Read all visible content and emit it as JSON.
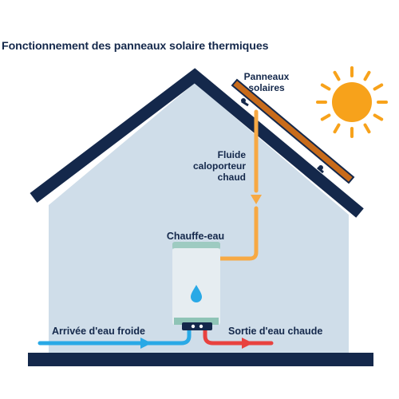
{
  "title": "Fonctionnement des panneaux solaire thermiques",
  "labels": {
    "panels_line1": "Panneaux",
    "panels_line2": "solaires",
    "fluid_line1": "Fluide",
    "fluid_line2": "caloporteur",
    "fluid_line3": "chaud",
    "water_heater": "Chauffe-eau",
    "cold_water_in": "Arrivée d'eau froide",
    "hot_water_out": "Sortie d'eau chaude"
  },
  "icons": {
    "sun": "sun-icon",
    "water_drop": "water-drop-icon"
  },
  "colors": {
    "text": "#14284b",
    "roof": "#14284b",
    "house_fill": "#cfdde9",
    "sun": "#f7a21b",
    "fluid_pipe": "#f7a944",
    "cold_water": "#29a9e6",
    "hot_water": "#e8423f",
    "heater_body": "#e6edf1",
    "heater_top": "#9ecbc1"
  }
}
